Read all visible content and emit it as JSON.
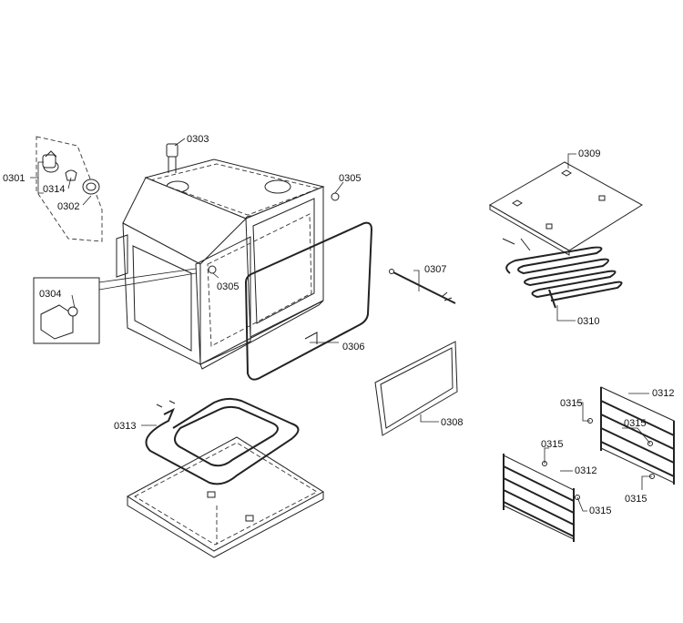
{
  "callouts": {
    "c0301": "0301",
    "c0302": "0302",
    "c0303": "0303",
    "c0304": "0304",
    "c0305a": "0305",
    "c0305b": "0305",
    "c0306": "0306",
    "c0307": "0307",
    "c0308": "0308",
    "c0309": "0309",
    "c0310": "0310",
    "c0312a": "0312",
    "c0312b": "0312",
    "c0313": "0313",
    "c0314": "0314",
    "c0315a": "0315",
    "c0315b": "0315",
    "c0315c": "0315",
    "c0315d": "0315",
    "c0315e": "0315"
  }
}
